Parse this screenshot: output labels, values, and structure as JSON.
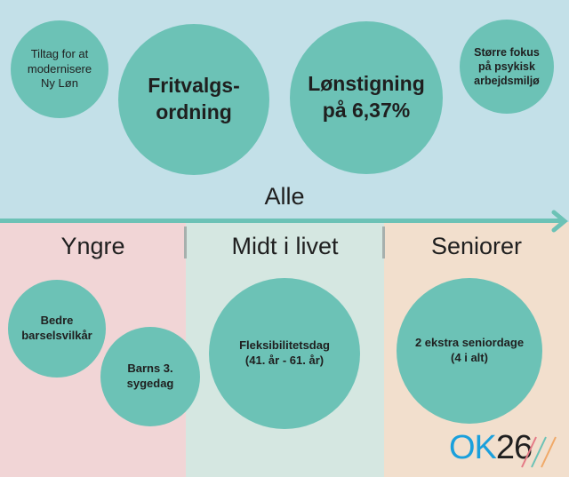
{
  "all": {
    "label": "Alle",
    "items": [
      "Tiltag for at\nmodernisere\nNy Løn",
      "Fritvalgs-\nordning",
      "Lønstigning\npå 6,37%",
      "Større fokus\npå psykisk\narbejdsmiljø"
    ]
  },
  "groups": [
    {
      "label": "Yngre",
      "items": [
        "Bedre\nbarselsvilkår",
        "Barns 3.\nsygedag"
      ]
    },
    {
      "label": "Midt i livet",
      "items": [
        "Fleksibilitetsdag\n(41. år - 61. år)"
      ]
    },
    {
      "label": "Seniorer",
      "items": [
        "2  ekstra seniordage\n(4 i alt)"
      ]
    }
  ],
  "logo": {
    "ok": "OK",
    "num": "26"
  },
  "colors": {
    "teal": "#6cc2b6",
    "top": "#c3e0e8",
    "yngre": "#f1d5d6",
    "midt": "#d5e7e1",
    "senior": "#f2dfcd",
    "logo_blue": "#1aa0dc"
  }
}
